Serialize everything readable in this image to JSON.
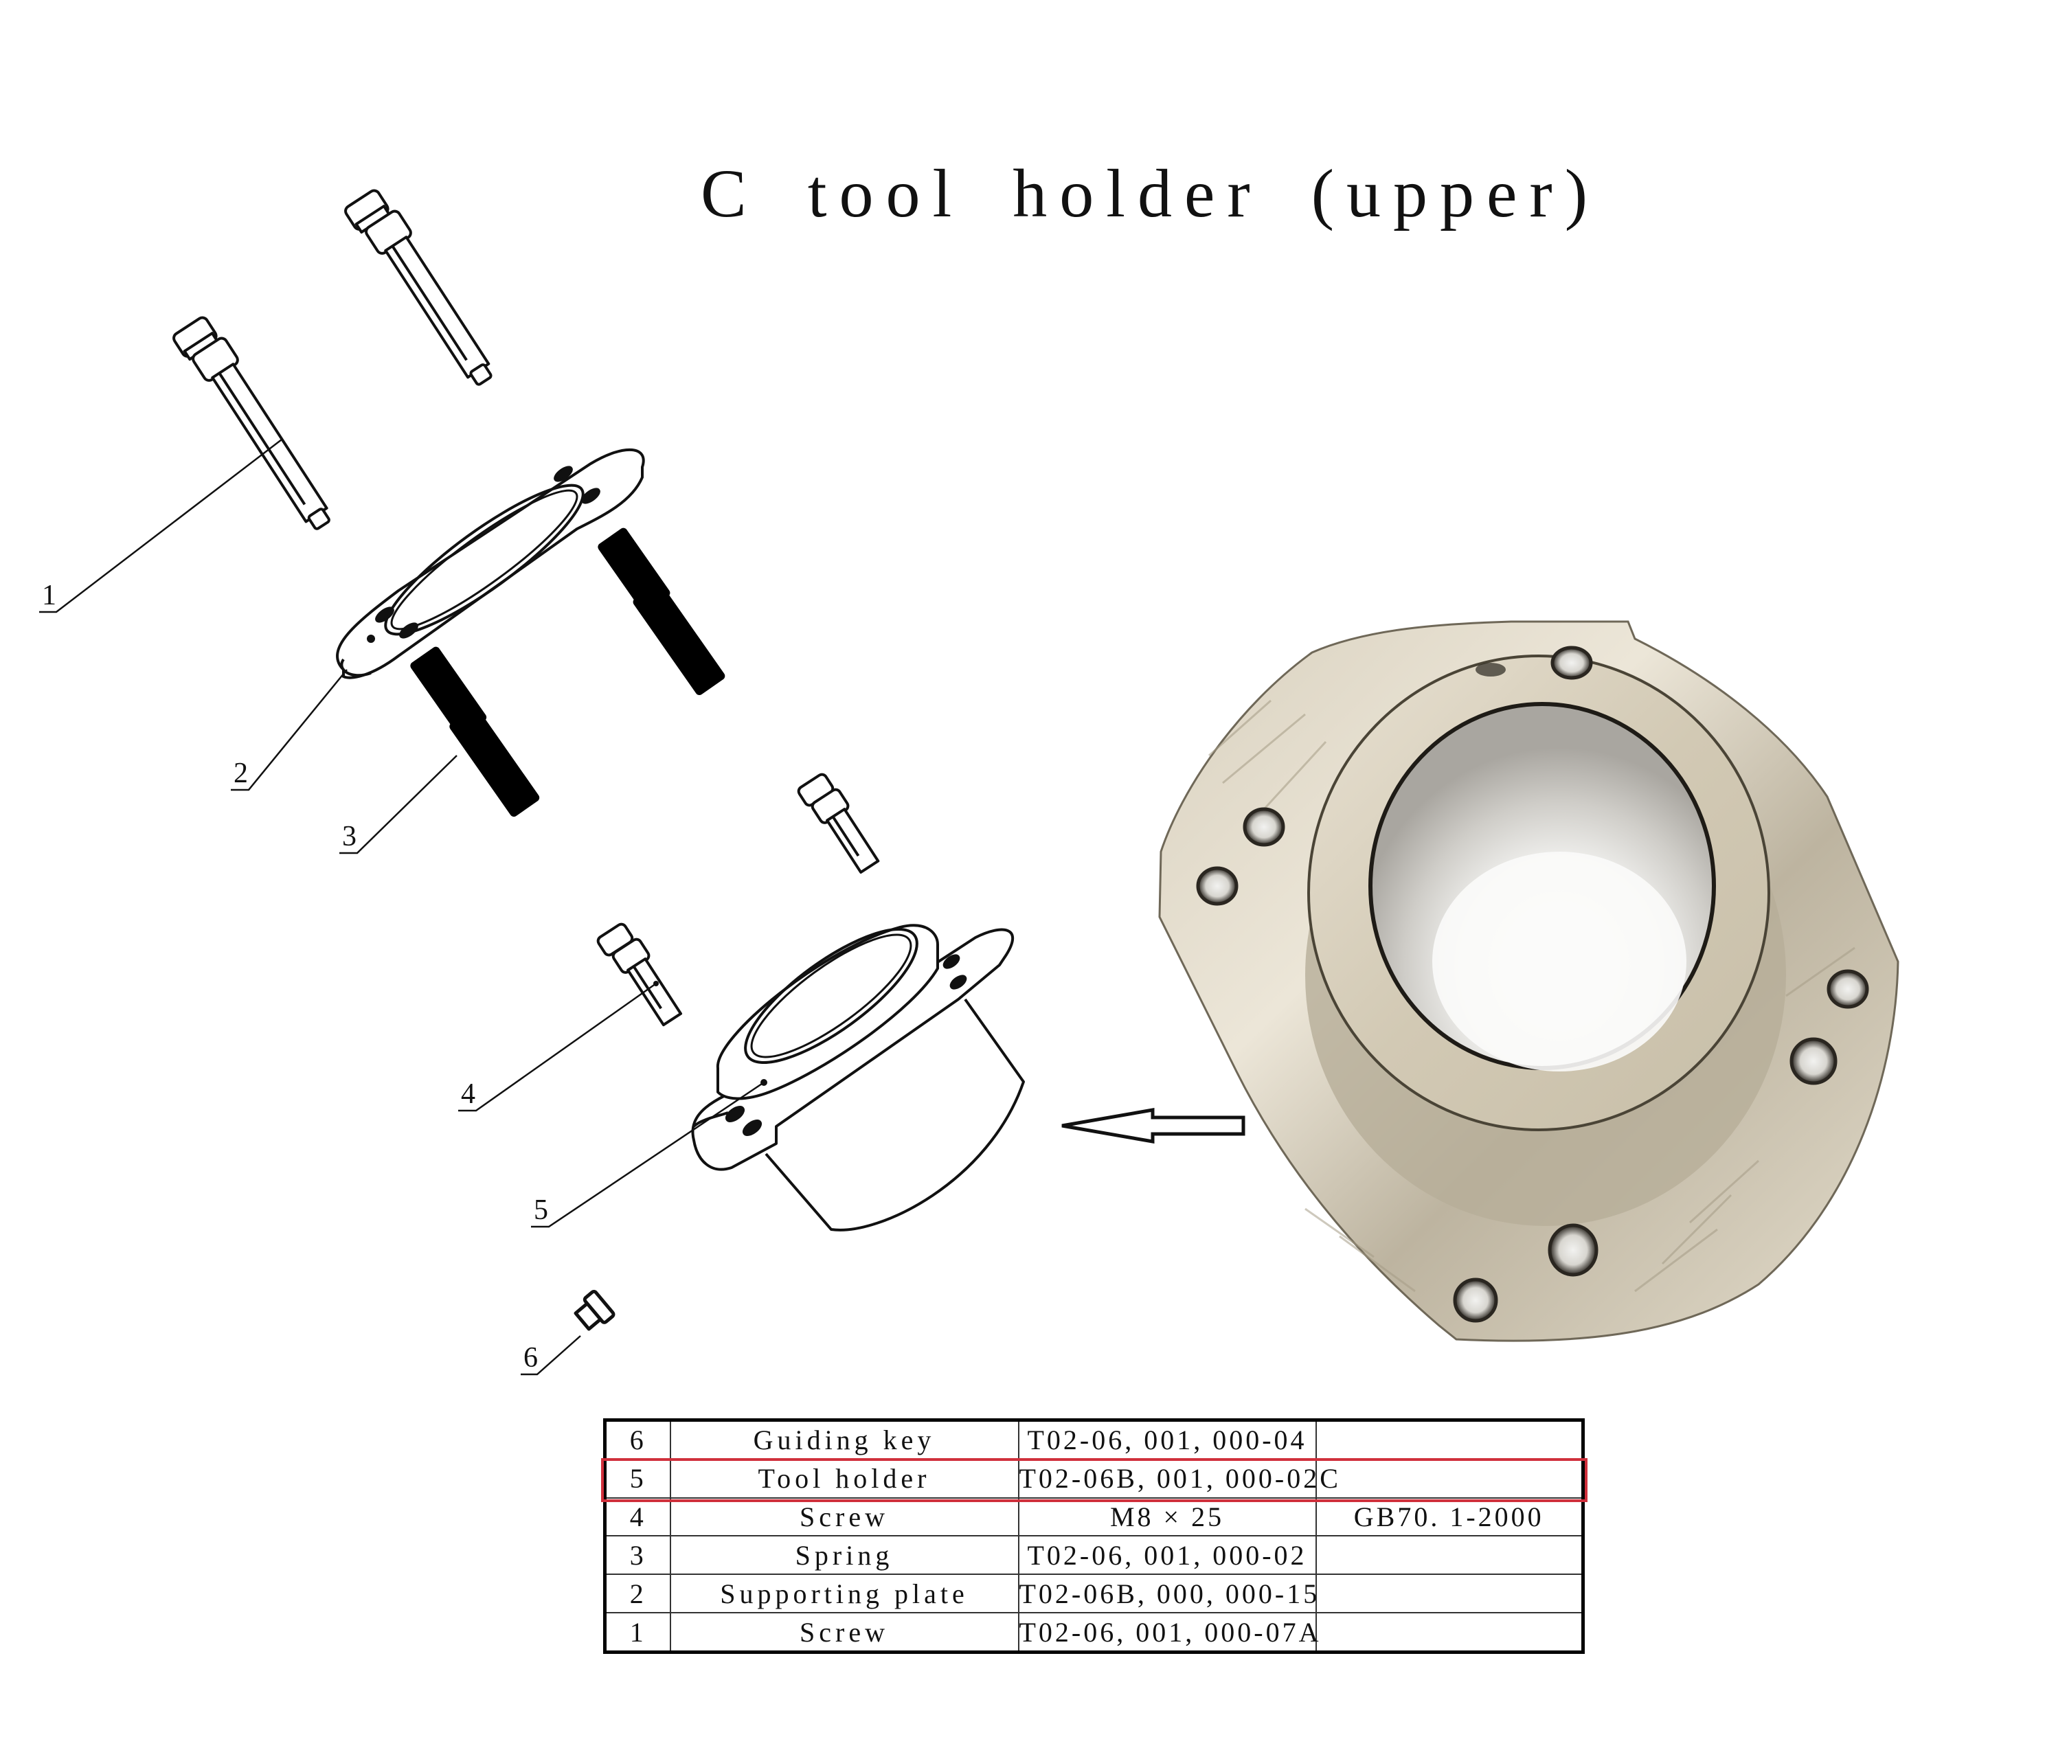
{
  "title": "C tool holder (upper)",
  "colors": {
    "highlight": "#d0303c",
    "line": "#111111",
    "metal_light": "#e6dfcf",
    "metal_mid": "#c9c0aa",
    "metal_dark": "#8f8672",
    "bore": "#d6d4cf"
  },
  "callouts": [
    {
      "number": "1",
      "part": "Screw"
    },
    {
      "number": "2",
      "part": "Supporting plate"
    },
    {
      "number": "3",
      "part": "Spring"
    },
    {
      "number": "4",
      "part": "Screw"
    },
    {
      "number": "5",
      "part": "Tool holder"
    },
    {
      "number": "6",
      "part": "Guiding key"
    }
  ],
  "arrow": {
    "direction": "left",
    "points_to": "Tool holder"
  },
  "photo": {
    "subject": "Tool holder (actual part photo)"
  },
  "parts_table": {
    "highlighted_row": "5",
    "rows": [
      {
        "no": "6",
        "name": "Guiding key",
        "code": "T02-06, 001, 000-04",
        "standard": ""
      },
      {
        "no": "5",
        "name": "Tool holder",
        "code": "T02-06B, 001, 000-02C",
        "standard": ""
      },
      {
        "no": "4",
        "name": "Screw",
        "code": "M8 × 25",
        "standard": "GB70. 1-2000"
      },
      {
        "no": "3",
        "name": "Spring",
        "code": "T02-06, 001, 000-02",
        "standard": ""
      },
      {
        "no": "2",
        "name": "Supporting plate",
        "code": "T02-06B, 000, 000-15",
        "standard": ""
      },
      {
        "no": "1",
        "name": "Screw",
        "code": "T02-06, 001, 000-07A",
        "standard": ""
      }
    ]
  }
}
